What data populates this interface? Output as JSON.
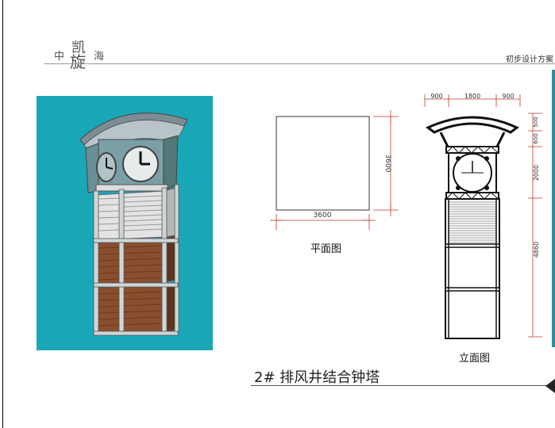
{
  "header": {
    "logo_chars": [
      "中",
      "凯",
      "旋",
      "海"
    ],
    "logo_subtitle": "",
    "section_title": "初步设计方案"
  },
  "plan": {
    "label": "平面图",
    "width_dim": "3600",
    "height_dim": "3600"
  },
  "elevation": {
    "label": "立面图",
    "top_dims": [
      "900",
      "1800",
      "900"
    ],
    "side_dims": [
      "500",
      "600",
      "2000",
      "4860"
    ]
  },
  "title": "2# 排风井结合钟塔",
  "colors": {
    "render_bg": "#19a7b8",
    "dim_line": "#c0392b",
    "accent": "#2a8f9a"
  }
}
